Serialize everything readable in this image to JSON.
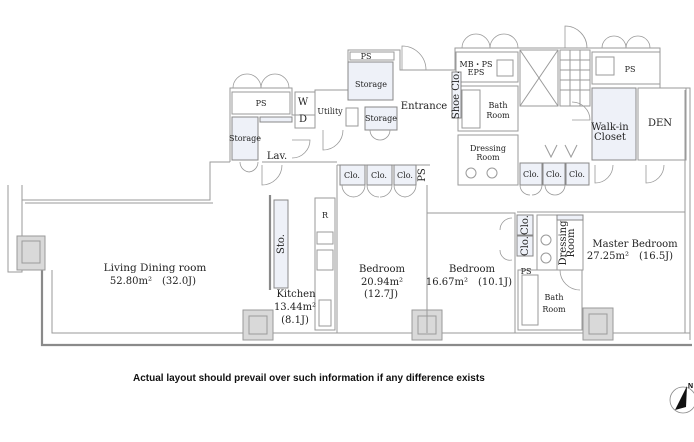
{
  "rooms": {
    "living": {
      "name": "Living Dining room",
      "area": "52.80m²　(32.0J)"
    },
    "kitchen": {
      "name": "Kitchen",
      "area": "13.44m²",
      "jo": "(8.1J)"
    },
    "bedroom1": {
      "name": "Bedroom",
      "area": "20.94m²",
      "jo": "(12.7J)"
    },
    "bedroom2": {
      "name": "Bedroom",
      "area": "16.67m²　(10.1J)"
    },
    "master": {
      "name": "Master Bedroom",
      "area": "27.25m²　(16.5J)"
    },
    "den": "DEN",
    "walkin": {
      "l1": "Walk-in",
      "l2": "Closet"
    },
    "entrance": "Entrance",
    "utility": "Utility",
    "lav": "Lav.",
    "w": "W",
    "d": "D",
    "storage": "Storage",
    "ps": "PS",
    "mbps": {
      "l1": "MB・PS",
      "l2": "EPS"
    },
    "bath": {
      "l1": "Bath",
      "l2": "Room"
    },
    "dressing": {
      "l1": "Dressing",
      "l2": "Room"
    },
    "shoe": "Shoe Clo.",
    "clo": "Clo.",
    "sto": "Sto.",
    "r": "R",
    "ps_v": "PS"
  },
  "note": "Actual layout should prevail over such information if any difference exists",
  "compass": {
    "label": "N"
  }
}
